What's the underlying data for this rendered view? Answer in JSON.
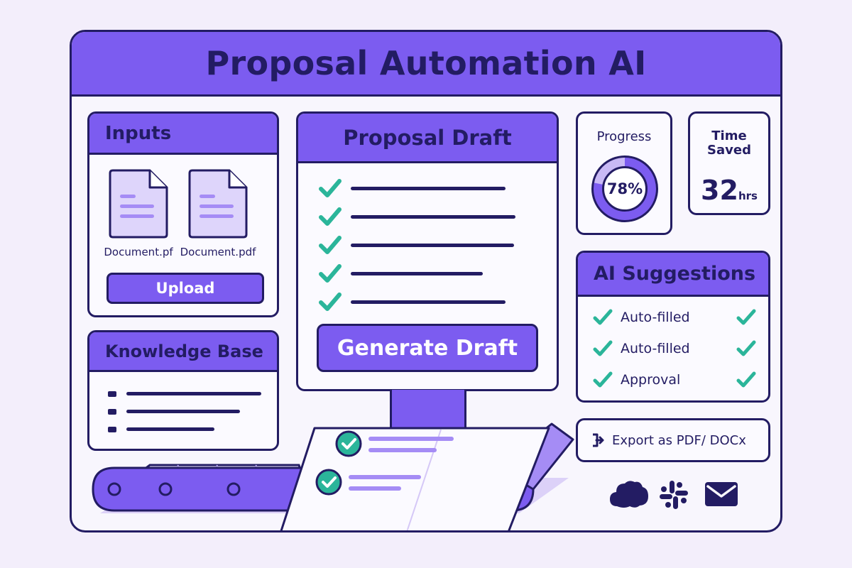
{
  "title": "Proposal Automation AI",
  "inputs": {
    "heading": "Inputs",
    "documents": [
      {
        "name": "Document.pf",
        "icon": "document-icon"
      },
      {
        "name": "Document.pdf",
        "icon": "document-icon"
      }
    ],
    "upload_label": "Upload"
  },
  "knowledge_base": {
    "heading": "Knowledge Base",
    "items": [
      {
        "icon": "bullet-icon"
      },
      {
        "icon": "bullet-icon"
      },
      {
        "icon": "bullet-icon"
      }
    ]
  },
  "draft": {
    "heading": "Proposal Draft",
    "items": [
      {
        "checked": true
      },
      {
        "checked": true
      },
      {
        "checked": true
      },
      {
        "checked": true
      },
      {
        "checked": true
      }
    ],
    "generate_label": "Generate Draft"
  },
  "progress": {
    "label": "Progress",
    "percent": 78,
    "percent_label": "78%"
  },
  "time_saved": {
    "label_line1": "Time",
    "label_line2": "Saved",
    "value": "32",
    "unit": "hrs"
  },
  "suggestions": {
    "heading": "AI Suggestions",
    "items": [
      {
        "text": "Auto-filled",
        "checked": true
      },
      {
        "text": "Auto-filled",
        "checked": true
      },
      {
        "text": "Approval",
        "checked": true
      }
    ]
  },
  "export": {
    "label": "Export as PDF/ DOCx",
    "icon": "export-icon"
  },
  "integrations": [
    {
      "icon": "salesforce-cloud-icon"
    },
    {
      "icon": "slack-icon"
    },
    {
      "icon": "mail-icon"
    }
  ],
  "colors": {
    "accent": "#7c5cf0",
    "dark": "#231c63",
    "check": "#2bb59a",
    "light": "#c9b9f5",
    "background": "#f3eefb"
  }
}
